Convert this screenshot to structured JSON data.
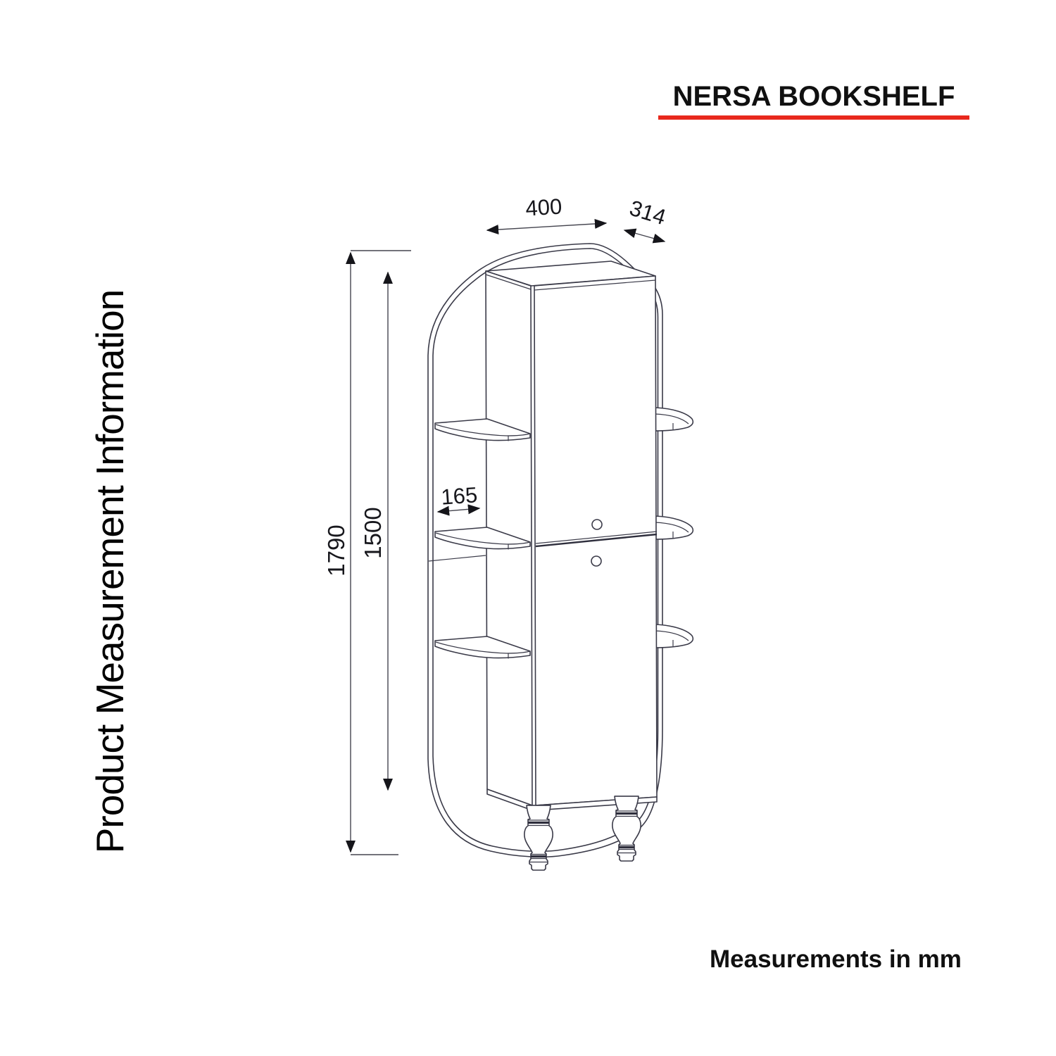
{
  "header": {
    "title": "NERSA BOOKSHELF"
  },
  "side_label": "Product Measurement Information",
  "footer_note": "Measurements in mm",
  "dimensions": {
    "width": "400",
    "depth": "314",
    "total_height": "1790",
    "body_height": "1500",
    "side_shelf_depth": "165"
  },
  "colors": {
    "accent_underline": "#e8281c",
    "drawing_line": "#3a3a48",
    "dimension_line": "#45454f",
    "text": "#101010"
  }
}
